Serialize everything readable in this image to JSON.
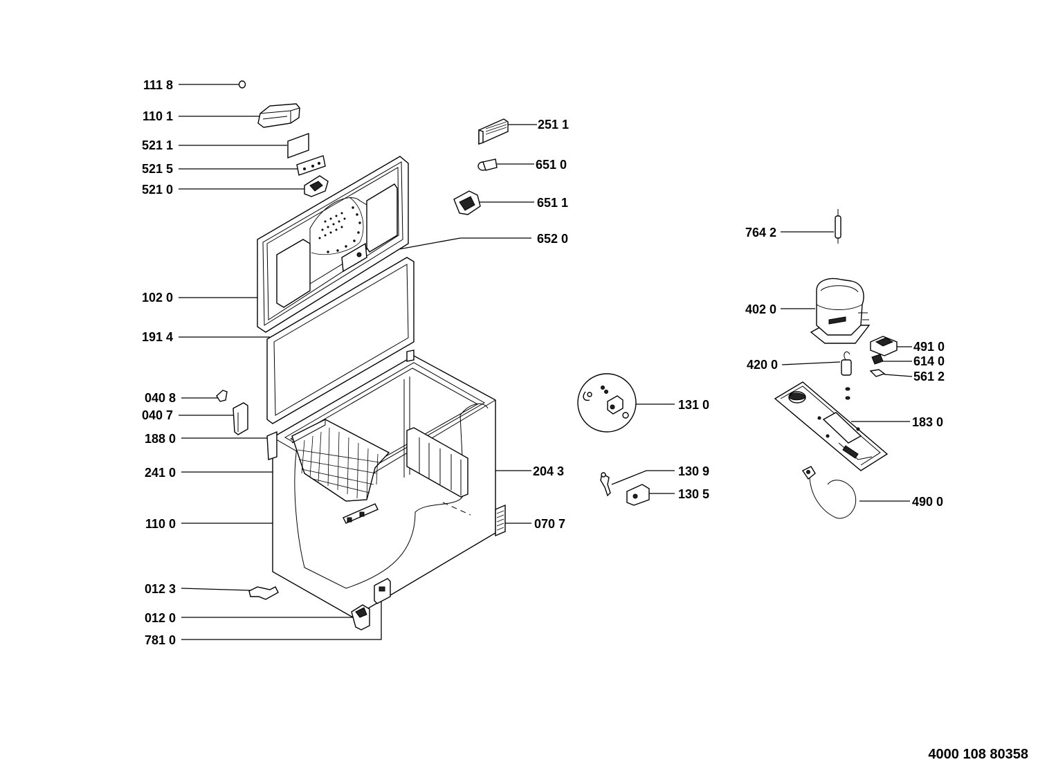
{
  "document_number": "4000 108 80358",
  "callouts_left": [
    {
      "id": "111 8"
    },
    {
      "id": "110 1"
    },
    {
      "id": "521 1"
    },
    {
      "id": "521 5"
    },
    {
      "id": "521 0"
    },
    {
      "id": "102 0"
    },
    {
      "id": "191 4"
    },
    {
      "id": "040 8"
    },
    {
      "id": "040 7"
    },
    {
      "id": "188 0"
    },
    {
      "id": "241 0"
    },
    {
      "id": "110 0"
    },
    {
      "id": "012 3"
    },
    {
      "id": "012 0"
    },
    {
      "id": "781 0"
    }
  ],
  "callouts_right": [
    {
      "id": "251 1"
    },
    {
      "id": "651 0"
    },
    {
      "id": "651 1"
    },
    {
      "id": "652 0"
    },
    {
      "id": "204 3"
    },
    {
      "id": "070 7"
    },
    {
      "id": "131 0"
    },
    {
      "id": "130 9"
    },
    {
      "id": "130 5"
    },
    {
      "id": "764 2"
    },
    {
      "id": "402 0"
    },
    {
      "id": "491 0"
    },
    {
      "id": "420 0"
    },
    {
      "id": "614 0"
    },
    {
      "id": "561 2"
    },
    {
      "id": "183 0"
    },
    {
      "id": "490 0"
    }
  ]
}
